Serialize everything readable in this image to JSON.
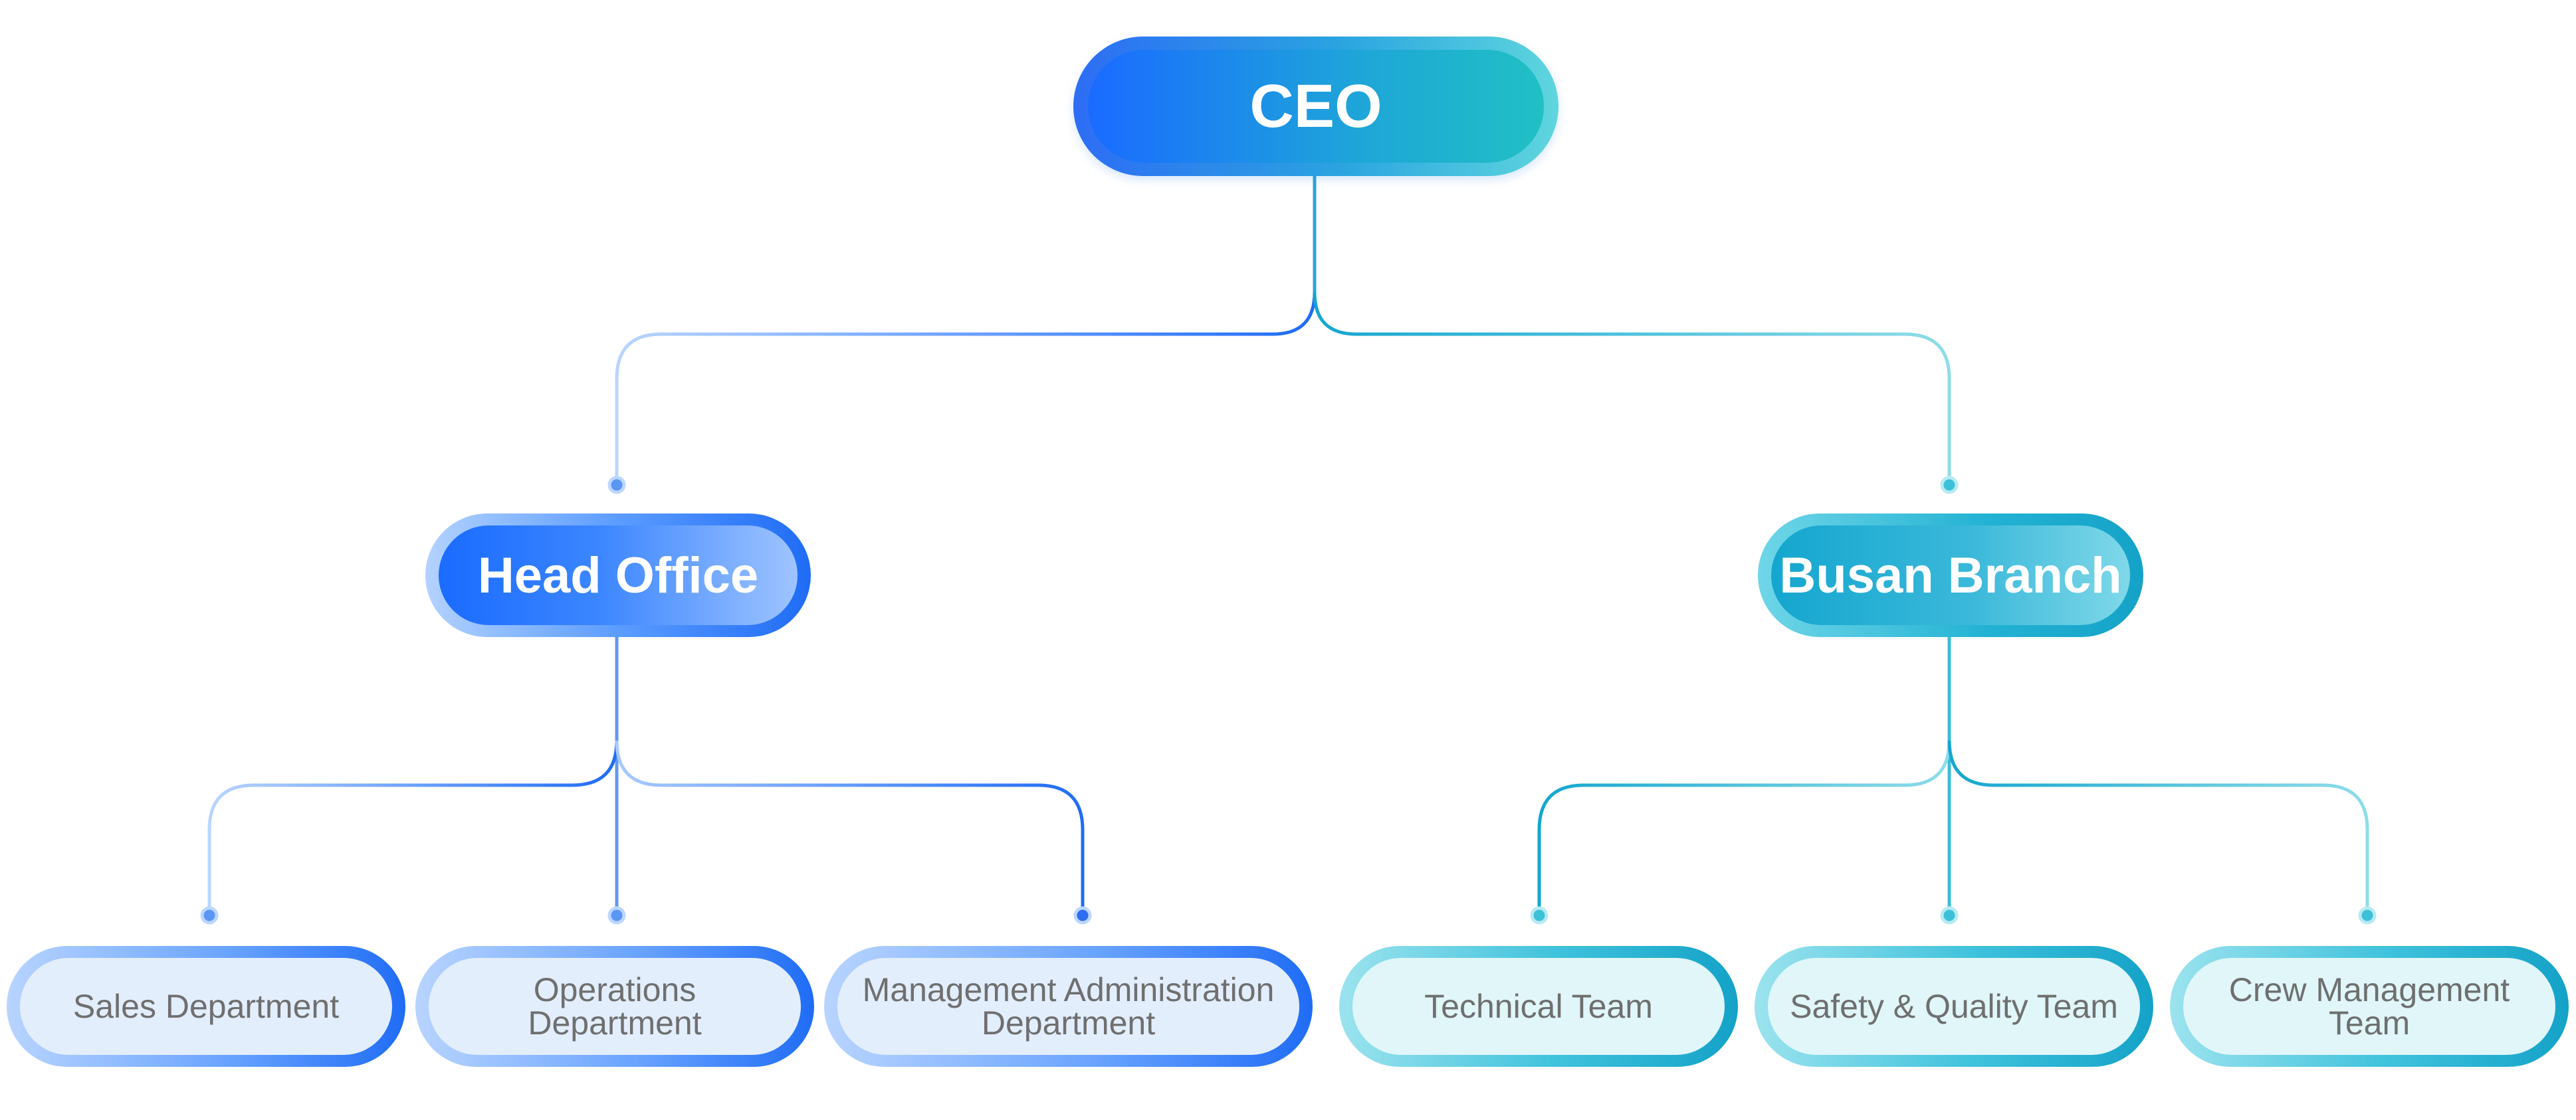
{
  "root": {
    "label": "CEO"
  },
  "branches": [
    {
      "label": "Head Office",
      "color": "#1f6cf5",
      "children": [
        {
          "label": "Sales Department"
        },
        {
          "label": "Operations\nDepartment"
        },
        {
          "label": "Management Administration\nDepartment"
        }
      ]
    },
    {
      "label": "Busan Branch",
      "color": "#14a6cf",
      "children": [
        {
          "label": "Technical Team"
        },
        {
          "label": "Safety & Quality Team"
        },
        {
          "label": "Crew Management\nTeam"
        }
      ]
    }
  ],
  "colors": {
    "blue_accent": "#1f6cf5",
    "blue_light": "#b3d2ff",
    "teal_accent": "#14a6cf",
    "teal_light": "#7fd8e8",
    "leaf_text": "#6f6f6f"
  }
}
